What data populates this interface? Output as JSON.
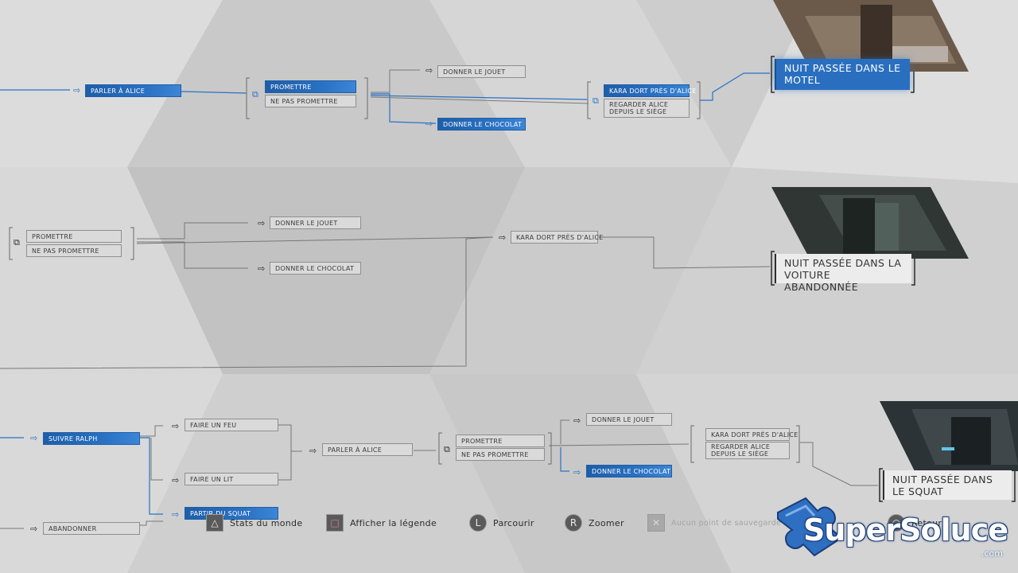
{
  "top_branch": {
    "parler_alice": "Parler à Alice",
    "promettre": "Promettre",
    "ne_pas_promettre": "Ne pas promettre",
    "donner_jouet": "Donner le jouet",
    "donner_chocolat": "Donner le chocolat",
    "kara_dort": "Kara dort près d'Alice",
    "regarder_alice": "Regarder Alice depuis le siège",
    "ending": "Nuit passée dans le motel"
  },
  "middle_branch": {
    "promettre": "Promettre",
    "ne_pas_promettre": "Ne pas promettre",
    "donner_jouet": "Donner le jouet",
    "donner_chocolat": "Donner le chocolat",
    "kara_dort": "Kara dort près d'Alice",
    "ending": "Nuit passée dans la voiture abandonnée"
  },
  "bottom_branch": {
    "suivre_ralph": "Suivre Ralph",
    "abandonner": "Abandonner",
    "faire_feu": "Faire un feu",
    "faire_lit": "Faire un lit",
    "partir_squat": "Partir du squat",
    "parler_alice": "Parler à Alice",
    "promettre": "Promettre",
    "ne_pas_promettre": "Ne pas promettre",
    "donner_jouet": "Donner le jouet",
    "donner_chocolat": "Donner le chocolat",
    "kara_dort": "Kara dort près d'Alice",
    "regarder_alice": "Regarder Alice depuis le siège",
    "ending": "Nuit passée dans le squat"
  },
  "bottom_bar": {
    "stats": "Stats du monde",
    "legende": "Afficher la légende",
    "parcourir": "Parcourir",
    "zoomer": "Zoomer",
    "aucun_point": "Aucun point de sauvegarde sélectionné",
    "retour": "Retour",
    "glyph_triangle": "△",
    "glyph_square": "□",
    "glyph_l": "L",
    "glyph_r": "R",
    "glyph_cross": "✕",
    "glyph_circle": "○"
  },
  "watermark": {
    "brand": "SuperSoluce",
    "domain": ".com"
  },
  "icons": {
    "arrow": "⇨",
    "copy": "⧉"
  },
  "colors": {
    "accent_blue": "#2a72c4",
    "node_gray": "#dadada",
    "background": "#d2d2d2"
  }
}
